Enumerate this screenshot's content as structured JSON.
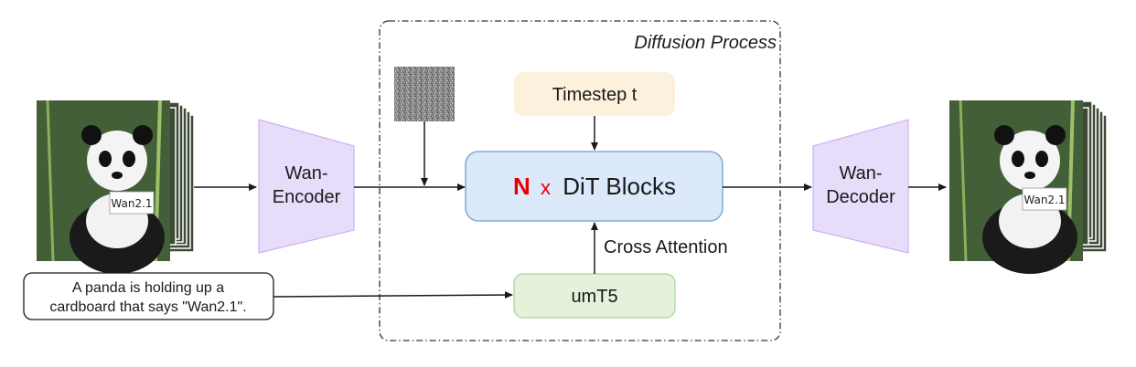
{
  "diffusion": {
    "title": "Diffusion Process"
  },
  "encoder": {
    "line1": "Wan-",
    "line2": "Encoder"
  },
  "decoder": {
    "line1": "Wan-",
    "line2": "Decoder"
  },
  "timestep": {
    "label": "Timestep t"
  },
  "dit": {
    "n": "N",
    "x": "x",
    "label": "DiT Blocks"
  },
  "cross_attention": {
    "label": "Cross Attention"
  },
  "umt5": {
    "label": "umT5"
  },
  "prompt": {
    "line1": "A panda is holding up a",
    "line2": "cardboard that says \"Wan2.1\"."
  },
  "frames": {
    "sign_text": "Wan2.1"
  },
  "colors": {
    "encoder_fill": "#e8dcfb",
    "encoder_stroke": "#c9b3f3",
    "timestep_fill": "#fbf1dc",
    "dit_fill": "#dbe9fa",
    "dit_stroke": "#6c9fd6",
    "umt5_fill": "#e4f2dc",
    "umt5_stroke": "#a9d39a",
    "accent_red": "#e60000"
  }
}
